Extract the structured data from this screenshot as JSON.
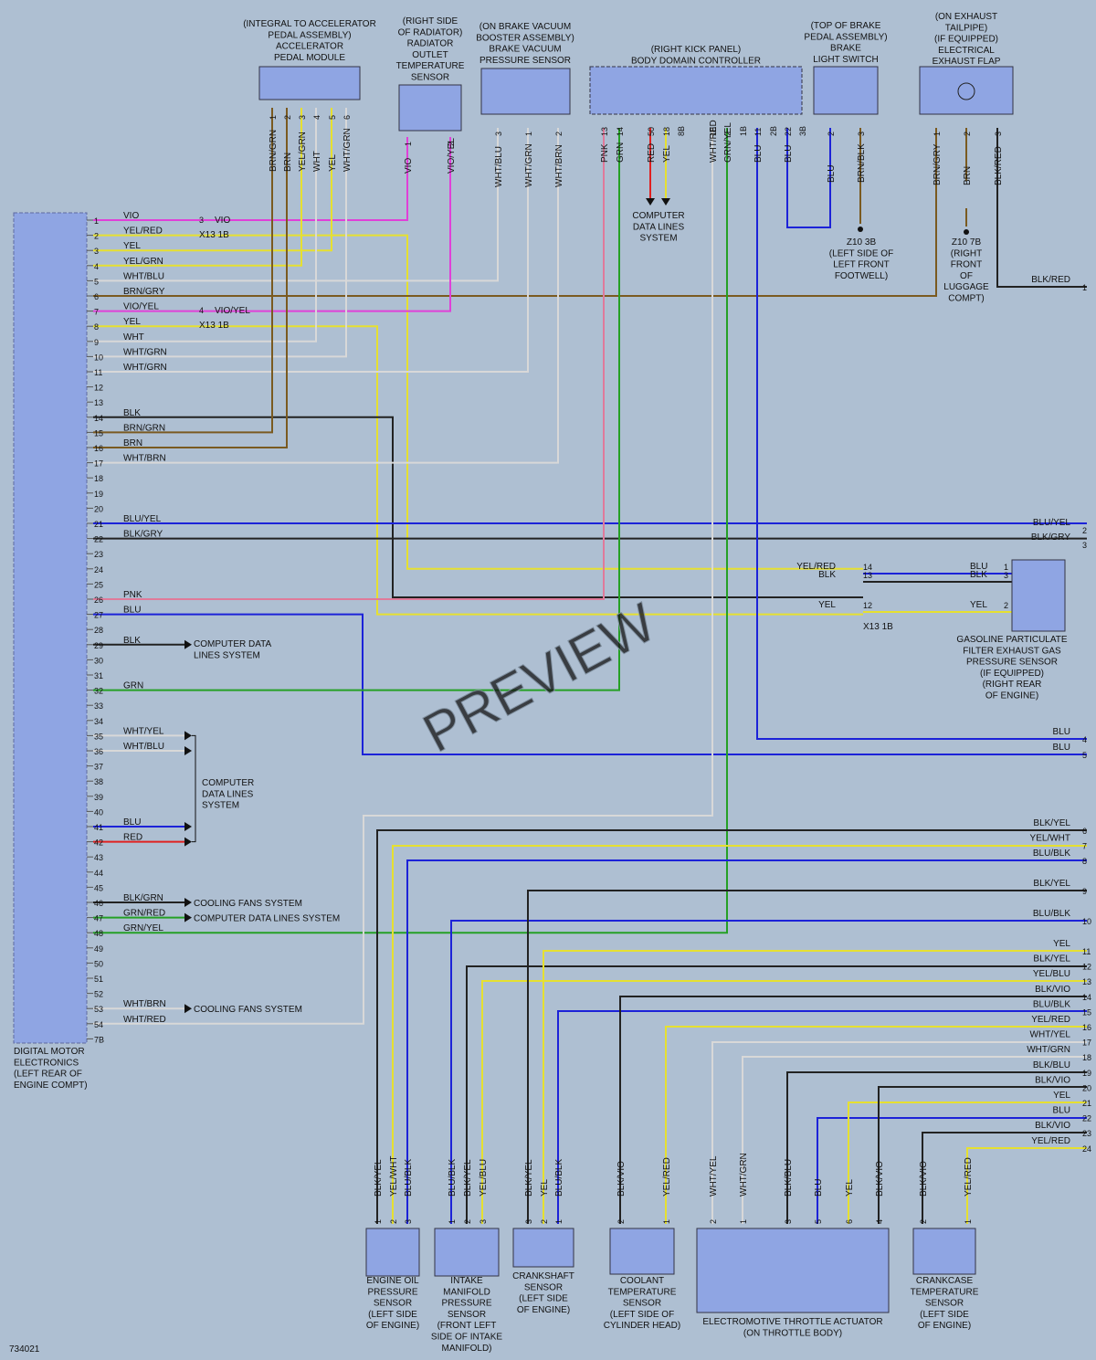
{
  "colors": {
    "background": "#aebfd2",
    "component": "#8fa5e3",
    "VIO": "#e040d8",
    "RED": "#e02020",
    "YEL": "#e6e030",
    "GRN": "#25a025",
    "BLU": "#1c22d8",
    "BLK": "#222222",
    "WHT": "#d8d8d8",
    "BRN": "#7a5a20",
    "PNK": "#e07a9a",
    "GRY": "#8a8a8a",
    "ORG": "#e69a20"
  },
  "diagram_id": "734021",
  "watermark": "PREVIEW",
  "dme": {
    "caption": [
      "DIGITAL MOTOR",
      "ELECTRONICS",
      "(LEFT REAR OF",
      "ENGINE COMPT)"
    ],
    "pins": [
      {
        "n": "1",
        "c": "VIO"
      },
      {
        "n": "2",
        "c": "YEL/RED"
      },
      {
        "n": "3",
        "c": "YEL"
      },
      {
        "n": "4",
        "c": "YEL/GRN"
      },
      {
        "n": "5",
        "c": "WHT/BLU"
      },
      {
        "n": "6",
        "c": "BRN/GRY"
      },
      {
        "n": "7",
        "c": "VIO/YEL"
      },
      {
        "n": "8",
        "c": "YEL"
      },
      {
        "n": "9",
        "c": "WHT"
      },
      {
        "n": "10",
        "c": "WHT/GRN"
      },
      {
        "n": "11",
        "c": "WHT/GRN"
      },
      {
        "n": "12",
        "c": ""
      },
      {
        "n": "13",
        "c": ""
      },
      {
        "n": "14",
        "c": "BLK"
      },
      {
        "n": "15",
        "c": "BRN/GRN"
      },
      {
        "n": "16",
        "c": "BRN"
      },
      {
        "n": "17",
        "c": "WHT/BRN"
      },
      {
        "n": "18",
        "c": ""
      },
      {
        "n": "19",
        "c": ""
      },
      {
        "n": "20",
        "c": ""
      },
      {
        "n": "21",
        "c": "BLU/YEL"
      },
      {
        "n": "22",
        "c": "BLK/GRY"
      },
      {
        "n": "23",
        "c": ""
      },
      {
        "n": "24",
        "c": ""
      },
      {
        "n": "25",
        "c": ""
      },
      {
        "n": "26",
        "c": "PNK"
      },
      {
        "n": "27",
        "c": "BLU"
      },
      {
        "n": "28",
        "c": ""
      },
      {
        "n": "29",
        "c": "BLK"
      },
      {
        "n": "30",
        "c": ""
      },
      {
        "n": "31",
        "c": ""
      },
      {
        "n": "32",
        "c": "GRN"
      },
      {
        "n": "33",
        "c": ""
      },
      {
        "n": "34",
        "c": ""
      },
      {
        "n": "35",
        "c": "WHT/YEL"
      },
      {
        "n": "36",
        "c": "WHT/BLU"
      },
      {
        "n": "37",
        "c": ""
      },
      {
        "n": "38",
        "c": ""
      },
      {
        "n": "39",
        "c": ""
      },
      {
        "n": "40",
        "c": ""
      },
      {
        "n": "41",
        "c": "BLU"
      },
      {
        "n": "42",
        "c": "RED"
      },
      {
        "n": "43",
        "c": ""
      },
      {
        "n": "44",
        "c": ""
      },
      {
        "n": "45",
        "c": ""
      },
      {
        "n": "46",
        "c": "BLK/GRN"
      },
      {
        "n": "47",
        "c": "GRN/RED"
      },
      {
        "n": "48",
        "c": "GRN/YEL"
      },
      {
        "n": "49",
        "c": ""
      },
      {
        "n": "50",
        "c": ""
      },
      {
        "n": "51",
        "c": ""
      },
      {
        "n": "52",
        "c": ""
      },
      {
        "n": "53",
        "c": "WHT/BRN"
      },
      {
        "n": "54",
        "c": "WHT/RED"
      },
      {
        "n": "7B",
        "c": ""
      }
    ]
  },
  "connector_x13": {
    "pin3": "3",
    "pin4": "4",
    "name": "X13 1B",
    "wire3": "VIO",
    "wire4": "VIO/YEL"
  },
  "top_components": {
    "accel": {
      "caption": [
        "(INTEGRAL TO ACCELERATOR",
        "PEDAL ASSEMBLY)",
        "ACCELERATOR",
        "PEDAL MODULE"
      ],
      "pins": [
        {
          "n": "1",
          "c": "BRN/GRN"
        },
        {
          "n": "2",
          "c": "BRN"
        },
        {
          "n": "3",
          "c": "YEL/GRN"
        },
        {
          "n": "4",
          "c": "WHT"
        },
        {
          "n": "5",
          "c": "YEL"
        },
        {
          "n": "6",
          "c": "WHT/GRN"
        }
      ]
    },
    "radtemp": {
      "caption": [
        "(RIGHT SIDE",
        "OF RADIATOR)",
        "RADIATOR",
        "OUTLET",
        "TEMPERATURE",
        "SENSOR"
      ],
      "pins": [
        {
          "n": "1",
          "c": "VIO"
        },
        {
          "n": "2",
          "c": "VIO/YEL"
        }
      ]
    },
    "brakevac": {
      "caption": [
        "(ON BRAKE VACUUM",
        "BOOSTER ASSEMBLY)",
        "BRAKE VACUUM",
        "PRESSURE SENSOR"
      ],
      "pins": [
        {
          "n": "3",
          "c": "WHT/BLU"
        },
        {
          "n": "1",
          "c": "WHT/GRN"
        },
        {
          "n": "2",
          "c": "WHT/BRN"
        }
      ]
    },
    "bdc": {
      "caption": [
        "(RIGHT KICK PANEL)",
        "BODY DOMAIN CONTROLLER"
      ],
      "pins": [
        {
          "n": "13",
          "c": "PNK"
        },
        {
          "n": "14",
          "c": "GRN"
        },
        {
          "n": "50",
          "c": "RED"
        },
        {
          "n": "18",
          "c": "YEL"
        },
        {
          "n": "8B",
          "c": ""
        },
        {
          "n": "18",
          "c": "WHT/RED"
        },
        {
          "n": "2",
          "c": "GRN/YEL"
        },
        {
          "n": "1B",
          "c": ""
        },
        {
          "n": "11",
          "c": "BLU"
        },
        {
          "n": "2B",
          "c": ""
        },
        {
          "n": "22",
          "c": "BLU"
        },
        {
          "n": "3B",
          "c": ""
        }
      ]
    },
    "brakelight": {
      "caption": [
        "(TOP OF BRAKE",
        "PEDAL ASSEMBLY)",
        "BRAKE",
        "LIGHT SWITCH"
      ],
      "pins": [
        {
          "n": "2",
          "c": "BLU"
        },
        {
          "n": "3",
          "c": "BRN/BLK"
        }
      ]
    },
    "exhaustflap": {
      "caption": [
        "(ON EXHAUST",
        "TAILPIPE)",
        "(IF EQUIPPED)",
        "ELECTRICAL",
        "EXHAUST FLAP"
      ],
      "pins": [
        {
          "n": "1",
          "c": "BRN/GRY"
        },
        {
          "n": "2",
          "c": "BRN"
        },
        {
          "n": "3",
          "c": "BLK/RED"
        }
      ]
    }
  },
  "computer_data_lines": [
    "COMPUTER",
    "DATA LINES",
    "SYSTEM"
  ],
  "ground_z10_3b": [
    "Z10 3B",
    "(LEFT SIDE OF",
    "LEFT FRONT",
    "FOOTWELL)"
  ],
  "ground_z10_7b": [
    "Z10 7B",
    "(RIGHT",
    "FRONT",
    "OF",
    "LUGGAGE",
    "COMPT)"
  ],
  "gpf_sensor": {
    "caption": [
      "GASOLINE PARTICULATE",
      "FILTER EXHAUST GAS",
      "PRESSURE SENSOR",
      "(IF EQUIPPED)",
      "(RIGHT REAR",
      "OF ENGINE)"
    ],
    "rows": [
      {
        "left": "YEL/RED",
        "conn": "14",
        "right": "BLU",
        "pin": "1"
      },
      {
        "left": "BLK",
        "conn": "13",
        "right": "BLK",
        "pin": "3"
      },
      {
        "left": "YEL",
        "conn": "12",
        "right": "YEL",
        "pin": "2"
      }
    ],
    "conn_name": "X13 1B"
  },
  "dme_annotations": {
    "cdl_29": [
      "COMPUTER DATA",
      "LINES SYSTEM"
    ],
    "cdl_block": [
      "COMPUTER",
      "DATA LINES",
      "SYSTEM"
    ],
    "cooling_46": "COOLING FANS SYSTEM",
    "cdl_47": "COMPUTER DATA LINES SYSTEM",
    "cooling_53": "COOLING FANS SYSTEM"
  },
  "offpage": [
    {
      "n": "1",
      "label": "BLK/RED"
    },
    {
      "n": "2",
      "label": "BLU/YEL"
    },
    {
      "n": "3",
      "label": "BLK/GRY"
    },
    {
      "n": "4",
      "label": "BLU"
    },
    {
      "n": "5",
      "label": "BLU"
    },
    {
      "n": "6",
      "label": "BLK/YEL"
    },
    {
      "n": "7",
      "label": "YEL/WHT"
    },
    {
      "n": "8",
      "label": "BLU/BLK"
    },
    {
      "n": "9",
      "label": "BLK/YEL"
    },
    {
      "n": "10",
      "label": "BLU/BLK"
    },
    {
      "n": "11",
      "label": "YEL"
    },
    {
      "n": "12",
      "label": "BLK/YEL"
    },
    {
      "n": "13",
      "label": "YEL/BLU"
    },
    {
      "n": "14",
      "label": "BLK/VIO"
    },
    {
      "n": "15",
      "label": "BLU/BLK"
    },
    {
      "n": "16",
      "label": "YEL/RED"
    },
    {
      "n": "17",
      "label": "WHT/YEL"
    },
    {
      "n": "18",
      "label": "WHT/GRN"
    },
    {
      "n": "19",
      "label": "BLK/BLU"
    },
    {
      "n": "20",
      "label": "BLK/VIO"
    },
    {
      "n": "21",
      "label": "YEL"
    },
    {
      "n": "22",
      "label": "BLU"
    },
    {
      "n": "23",
      "label": "BLK/VIO"
    },
    {
      "n": "24",
      "label": "YEL/RED"
    }
  ],
  "bottom_components": [
    {
      "caption": [
        "ENGINE OIL",
        "PRESSURE",
        "SENSOR",
        "(LEFT SIDE",
        "OF ENGINE)"
      ],
      "pins": [
        {
          "n": "1",
          "c": "BLK/YEL"
        },
        {
          "n": "2",
          "c": "YEL/WHT"
        },
        {
          "n": "3",
          "c": "BLU/BLK"
        }
      ]
    },
    {
      "caption": [
        "INTAKE",
        "MANIFOLD",
        "PRESSURE",
        "SENSOR",
        "(FRONT LEFT",
        "SIDE OF INTAKE",
        "MANIFOLD)"
      ],
      "pins": [
        {
          "n": "1",
          "c": "BLU/BLK"
        },
        {
          "n": "2",
          "c": "BLK/YEL"
        },
        {
          "n": "3",
          "c": "YEL/BLU"
        }
      ]
    },
    {
      "caption": [
        "CRANKSHAFT",
        "SENSOR",
        "(LEFT SIDE",
        "OF ENGINE)"
      ],
      "pins": [
        {
          "n": "3",
          "c": "BLK/YEL"
        },
        {
          "n": "2",
          "c": "YEL"
        },
        {
          "n": "1",
          "c": "BLU/BLK"
        }
      ]
    },
    {
      "caption": [
        "COOLANT",
        "TEMPERATURE",
        "SENSOR",
        "(LEFT SIDE OF",
        "CYLINDER HEAD)"
      ],
      "pins": [
        {
          "n": "2",
          "c": "BLK/VIO"
        },
        {
          "n": "1",
          "c": "YEL/RED"
        }
      ]
    },
    {
      "caption": [
        "ELECTROMOTIVE THROTTLE ACTUATOR",
        "(ON THROTTLE BODY)"
      ],
      "pins": [
        {
          "n": "2",
          "c": "WHT/YEL"
        },
        {
          "n": "1",
          "c": "WHT/GRN"
        },
        {
          "n": "3",
          "c": "BLK/BLU"
        },
        {
          "n": "5",
          "c": "BLU"
        },
        {
          "n": "6",
          "c": "YEL"
        },
        {
          "n": "4",
          "c": "BLK/VIO"
        }
      ]
    },
    {
      "caption": [
        "CRANKCASE",
        "TEMPERATURE",
        "SENSOR",
        "(LEFT SIDE",
        "OF ENGINE)"
      ],
      "pins": [
        {
          "n": "2",
          "c": "BLK/VIO"
        },
        {
          "n": "1",
          "c": "YEL/RED"
        }
      ]
    }
  ]
}
